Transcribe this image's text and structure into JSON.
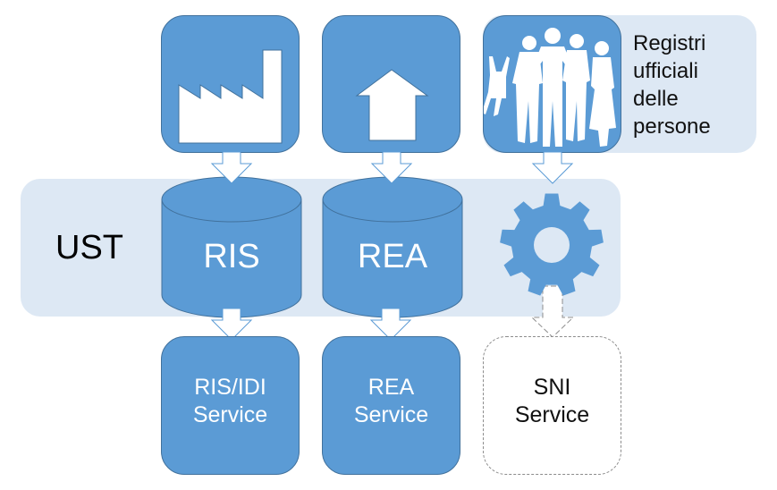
{
  "colors": {
    "tile_fill": "#5b9bd5",
    "tile_border": "#41719c",
    "band_fill": "#dde8f4",
    "arrow_fill": "#ffffff",
    "dashed_border": "#8c8c8c"
  },
  "sources": [
    {
      "icon": "factory-icon"
    },
    {
      "icon": "house-icon"
    },
    {
      "icon": "people-icon",
      "label": [
        "Registri",
        "ufficiali",
        "delle",
        "persone"
      ]
    }
  ],
  "layer": {
    "label": "UST"
  },
  "databases": [
    {
      "label": "RIS"
    },
    {
      "label": "REA"
    }
  ],
  "process": {
    "icon": "gear-icon"
  },
  "services": [
    {
      "lines": [
        "RIS/IDI",
        "Service"
      ],
      "style": "solid"
    },
    {
      "lines": [
        "REA",
        "Service"
      ],
      "style": "solid"
    },
    {
      "lines": [
        "SNI",
        "Service"
      ],
      "style": "dashed"
    }
  ]
}
